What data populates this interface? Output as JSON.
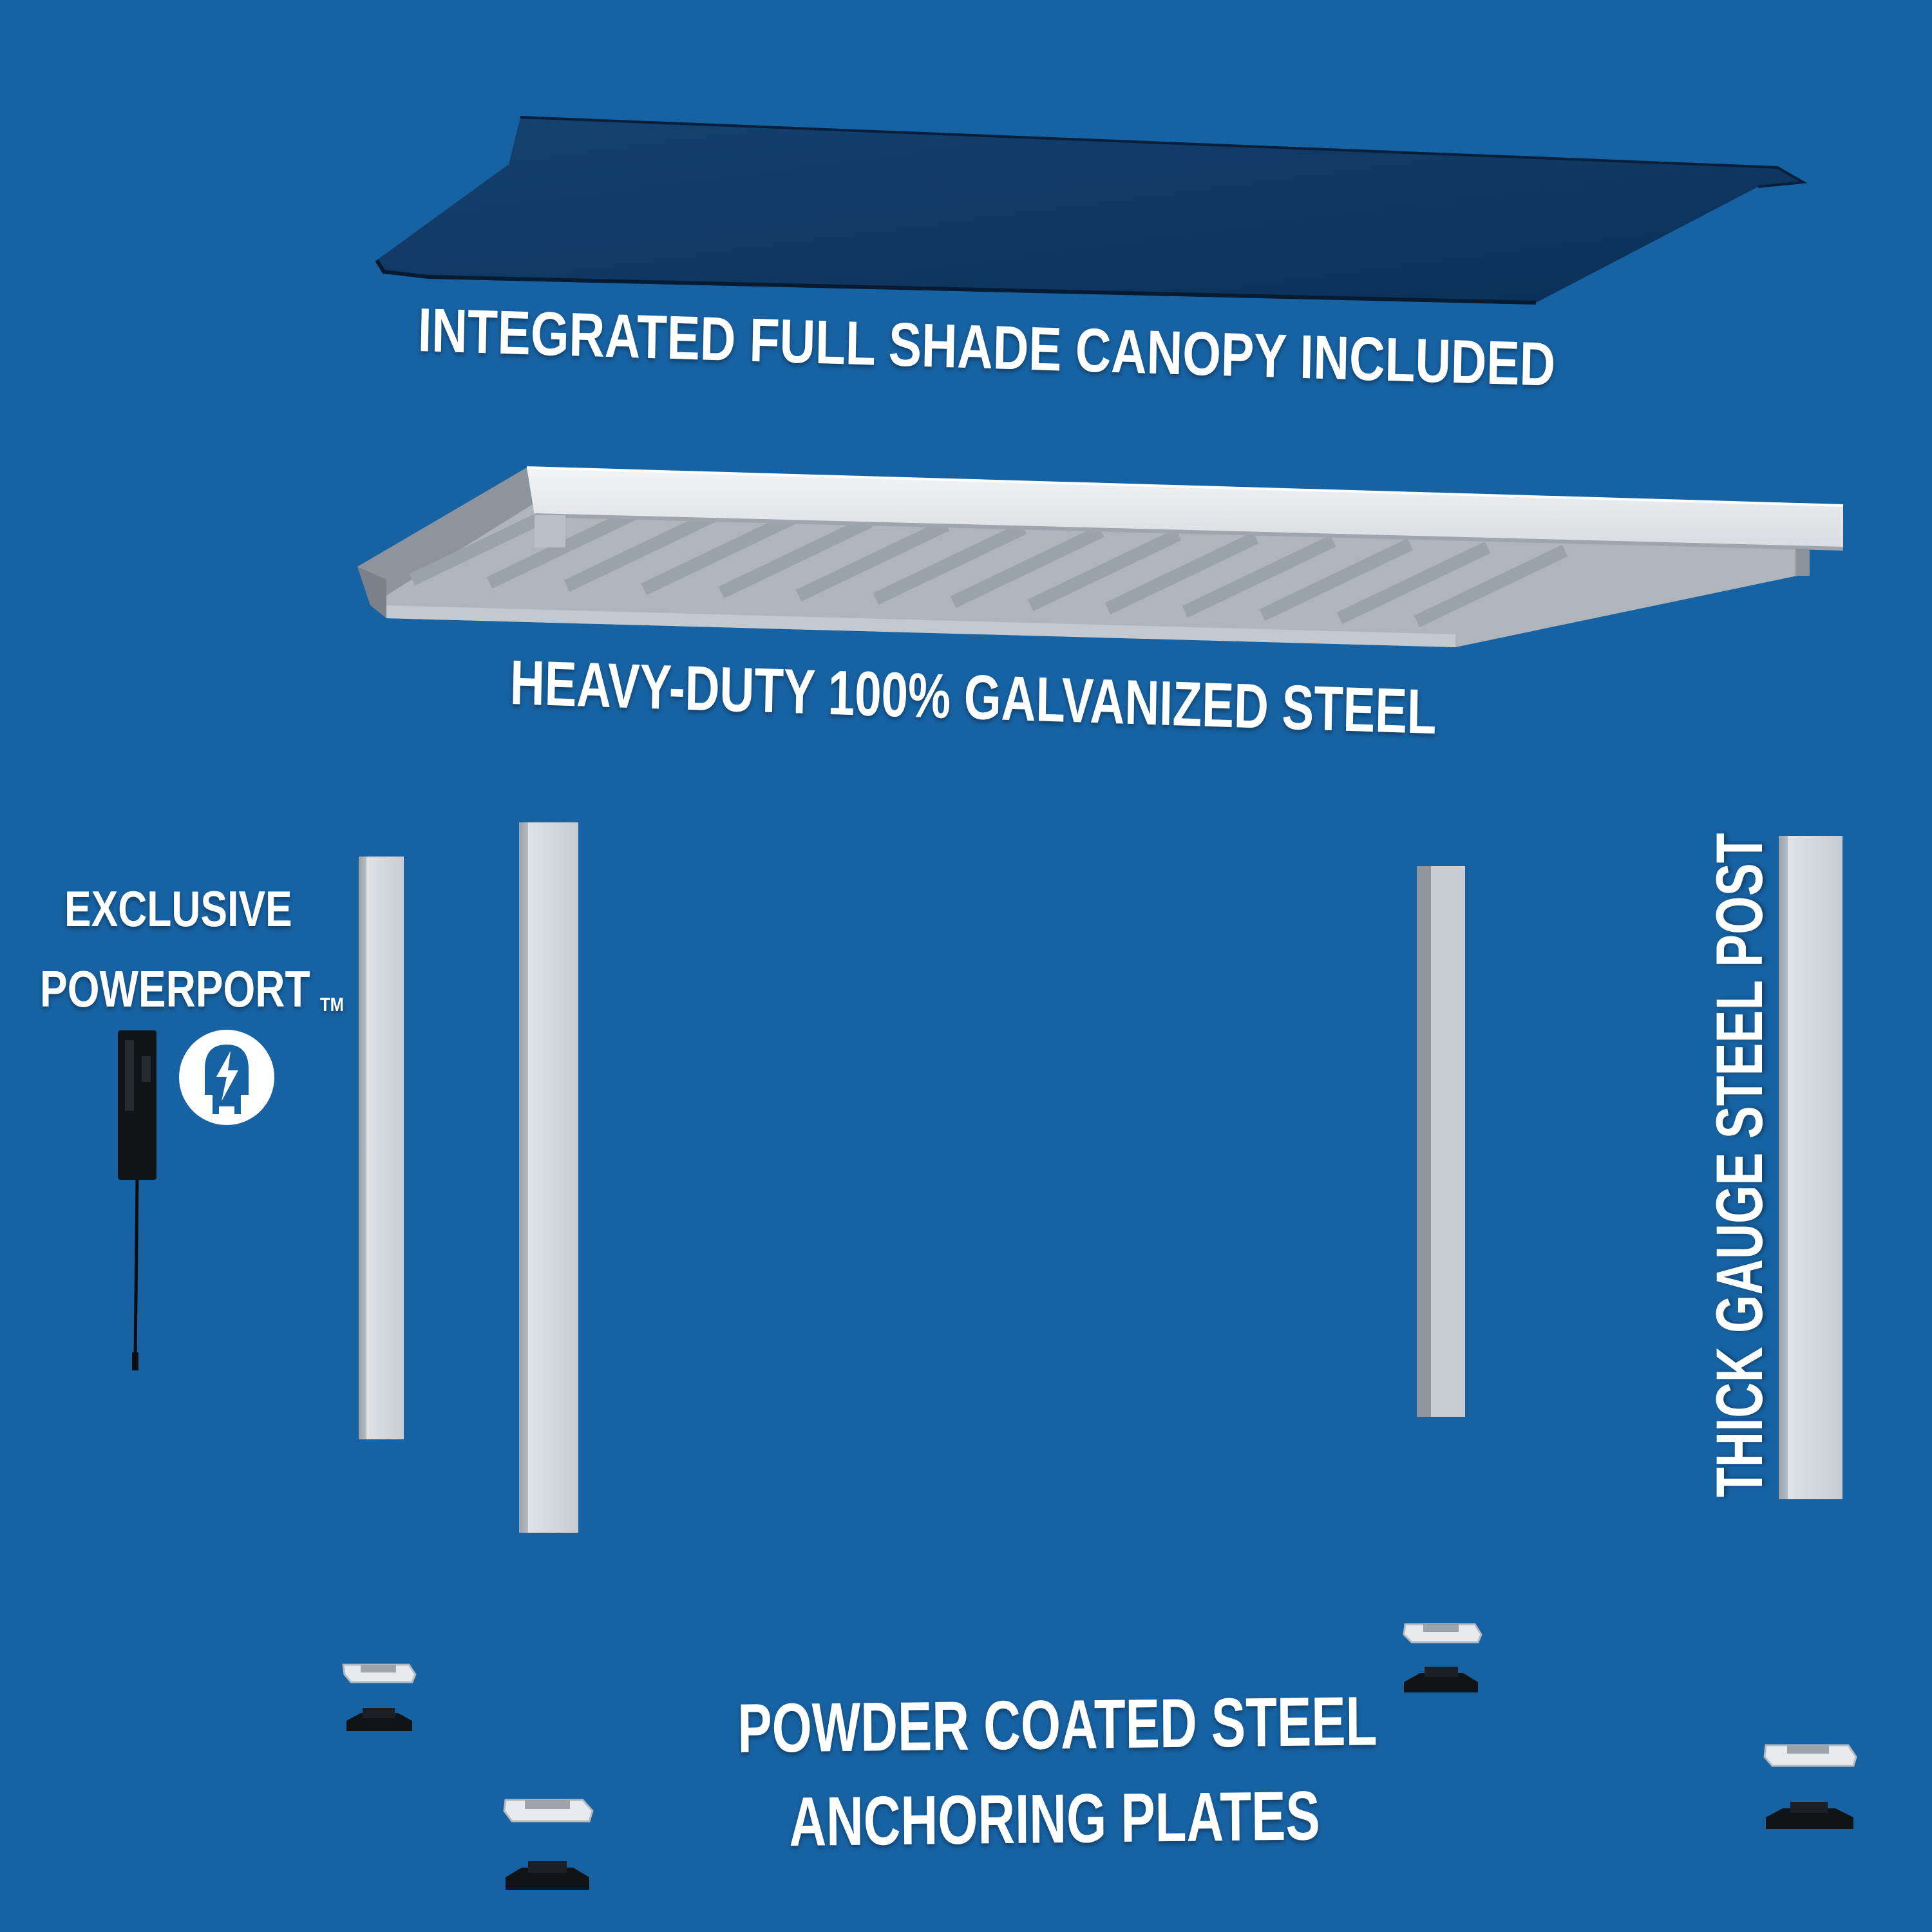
{
  "labels": {
    "canopy": "INTEGRATED FULL SHADE CANOPY INCLUDED",
    "steel": "HEAVY-DUTY 100% GALVANIZED STEEL",
    "powerport_line1": "EXCLUSIVE",
    "powerport_line2": "POWERPORT",
    "trademark": "TM",
    "post": "THICK GAUGE STEEL POST",
    "plates_line1": "POWDER COATED STEEL",
    "plates_line2": "ANCHORING PLATES"
  },
  "colors": {
    "background": "#1762a3",
    "canopy": "#0e3a66",
    "frame": "#e9ebee",
    "text": "#ffffff"
  },
  "icons": {
    "power": "power-plug-bolt-icon"
  }
}
